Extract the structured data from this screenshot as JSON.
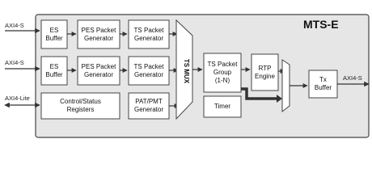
{
  "title": "MTS-E",
  "interfaces": {
    "input_1": "AXI4-S",
    "input_2": "AXI4-S",
    "control": "AXI4-Lite",
    "output": "AXI4-S"
  },
  "blocks": {
    "es_buffer_1": "ES\nBuffer",
    "pes_gen_1": "PES Packet\nGenerator",
    "ts_gen_1": "TS Packet\nGenerator",
    "es_buffer_2": "ES\nBuffer",
    "pes_gen_2": "PES Packet\nGenerator",
    "ts_gen_2": "TS Packet\nGenerator",
    "control_regs": "Control/Status\nRegisters",
    "pat_pmt_gen": "PAT/PMT\nGenerator",
    "ts_mux": "TS MUX",
    "ts_group": "TS Packet\nGroup\n(1-N)",
    "timer": "Timer",
    "rtp_engine": "RTP\nEngine",
    "tx_buffer": "Tx\nBuffer"
  },
  "colors": {
    "outer_fill": "#e6e6e6",
    "block_fill": "#ffffff",
    "block_stroke": "#444444",
    "arrow": "#333333"
  }
}
